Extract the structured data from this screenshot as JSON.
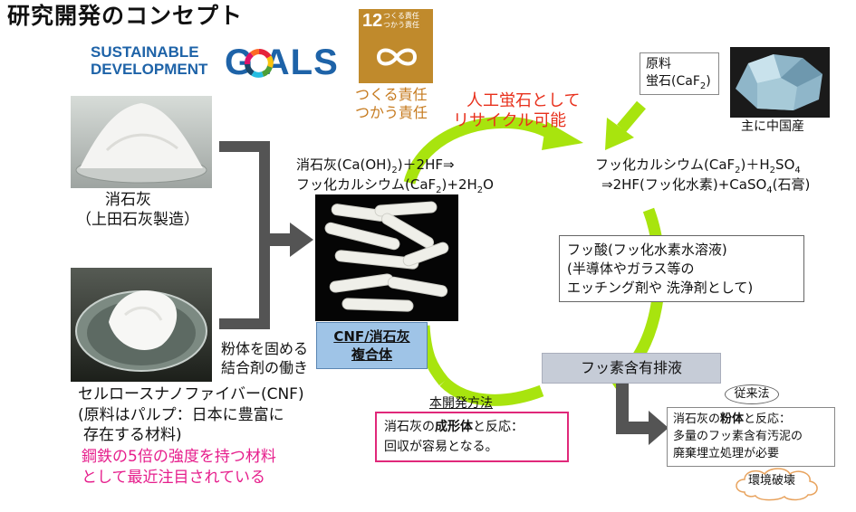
{
  "title": "研究開発のコンセプト",
  "sdg": {
    "wordmark_line1": "SUSTAINABLE",
    "wordmark_line2": "DEVELOPMENT",
    "wordmark_goals": "G  ALS",
    "goal_number": "12",
    "goal_text1": "つくる責任",
    "goal_text2": "つかう責任",
    "caption1": "つくる責任",
    "caption2": "つかう責任"
  },
  "recycle_note": {
    "line1": "人工蛍石として",
    "line2": "リサイクル可能"
  },
  "materials": {
    "slaked_lime_line1": "消石灰",
    "slaked_lime_line2": "（上田石灰製造）",
    "binder_line1": "粉体を固める",
    "binder_line2": "結合剤の働き",
    "cnf_line1": "セルロースナノファイバー(CNF)",
    "cnf_line2": "(原料はパルプ：日本に豊富に",
    "cnf_line3": "存在する材料)",
    "cnf_line4": "鋼鉄の5倍の強度を持つ材料",
    "cnf_line5": "として最近注目されている"
  },
  "composite": {
    "line1": "CNF/消石灰",
    "line2": "複合体"
  },
  "reaction1": {
    "a_pre": "消石灰(Ca(OH)",
    "a_sub": "2",
    "a_post": ")＋2HF⇒",
    "b_pre": "フッ化カルシウム(CaF",
    "b_sub": "2",
    "b_mid": ")+2H",
    "b_sub2": "2",
    "b_post": "O"
  },
  "reaction2": {
    "a_pre": "フッ化カルシウム(CaF",
    "a_sub": "2",
    "a_mid": ")＋H",
    "a_sub2": "2",
    "a_mid2": "SO",
    "a_sub3": "4",
    "b_pre": "⇒2HF(フッ化水素)+CaSO",
    "b_sub": "4",
    "b_post": "(石膏)"
  },
  "raw_material": {
    "line1": "原料",
    "line2_pre": "蛍石(CaF",
    "line2_sub": "2",
    "line2_post": ")",
    "origin": "主に中国産"
  },
  "hf_box": {
    "line1": "フッ酸(フッ化水素水溶液)",
    "line2": "(半導体やガラス等の",
    "line3": "エッチング剤や 洗浄剤として)"
  },
  "waste": {
    "label": "フッ素含有排液"
  },
  "method": {
    "title": "本開発方法",
    "line1_pre": "消石灰の",
    "line1_bold": "成形体",
    "line1_post": "と反応：",
    "line2": "回収が容易となる。"
  },
  "conventional": {
    "title": "従来法",
    "line1_pre": "消石灰の",
    "line1_bold": "粉体",
    "line1_post": "と反応：",
    "line2": "多量のフッ素含有汚泥の",
    "line3": "廃棄埋立処理が必要",
    "cloud": "環境破壊"
  },
  "colors": {
    "cycle_arrow": "#a8e40e",
    "dark_arrow": "#545454",
    "sdg_blue": "#1e63a8",
    "sdg12": "#c08a2c",
    "recycle_red": "#e8301c",
    "cnf_pink": "#e61e8c",
    "composite_box": "#9fc4e7",
    "waste_box": "#c6ccd7",
    "method_border": "#e0287a"
  }
}
